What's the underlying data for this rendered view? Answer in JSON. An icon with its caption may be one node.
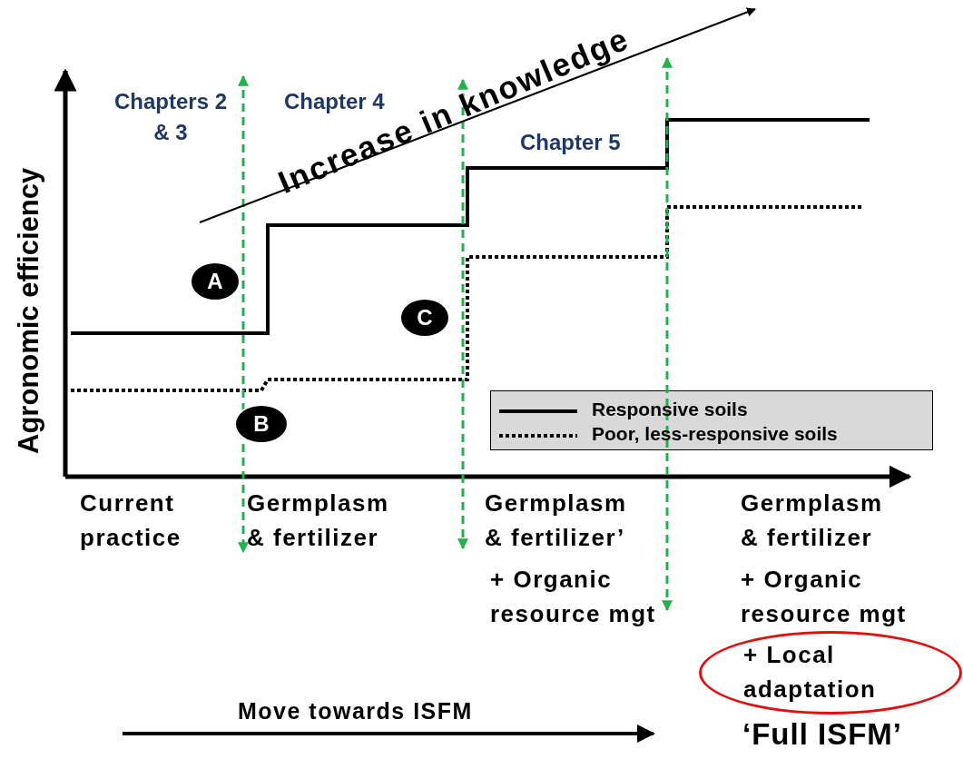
{
  "diagram": {
    "nodes": [
      {
        "text": [
          "A"
        ]
      },
      {
        "text": [
          "B"
        ]
      },
      {
        "text": [
          "C"
        ]
      },
      {
        "text": [
          "+ Local adaptation"
        ]
      }
    ],
    "labels": [
      "Increase in knowledge",
      "Chapters 2 & 3",
      "Chapter 4",
      "Chapter 5",
      "Agronomic efficiency",
      "Current practice",
      "Germplasm & fertilizer",
      "Germplasm & fertilizer’",
      "+ Organic resource mgt",
      "Germplasm & fertilizer",
      "+ Organic resource mgt",
      "Move towards ISFM",
      "‘Full ISFM’"
    ],
    "legend": [
      {
        "text": "Responsive soils"
      },
      {
        "text": "Poor, less-responsive soils"
      }
    ]
  }
}
